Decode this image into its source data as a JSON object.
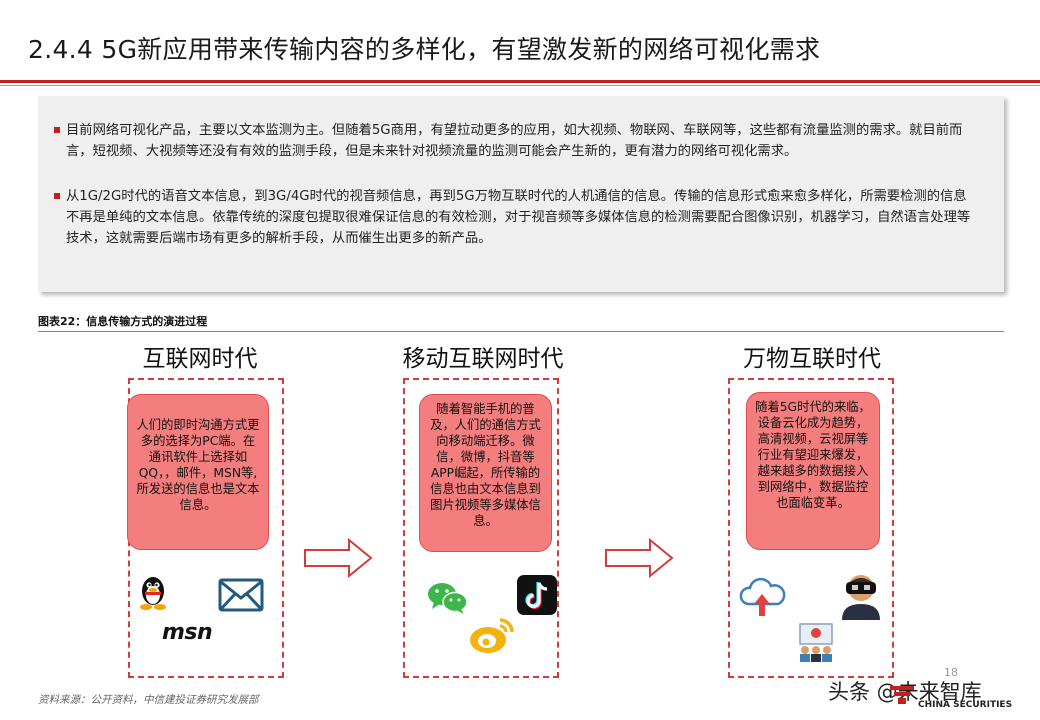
{
  "header": {
    "title": "2.4.4 5G新应用带来传输内容的多样化，有望激发新的网络可视化需求"
  },
  "summary": {
    "bullets": [
      "目前网络可视化产品，主要以文本监测为主。但随着5G商用，有望拉动更多的应用，如大视频、物联网、车联网等，这些都有流量监测的需求。就目前而言，短视频、大视频等还没有有效的监测手段，但是未来针对视频流量的监测可能会产生新的，更有潜力的网络可视化需求。",
      "从1G/2G时代的语音文本信息，到3G/4G时代的视音频信息，再到5G万物互联时代的人机通信的信息。传输的信息形式愈来愈多样化，所需要检测的信息不再是单纯的文本信息。依靠传统的深度包提取很难保证信息的有效检测，对于视音频等多媒体信息的检测需要配合图像识别，机器学习，自然语言处理等技术，这就需要后端市场有更多的解析手段，从而催生出更多的新产品。"
    ]
  },
  "figure": {
    "label": "图表22：信息传输方式的演进过程",
    "eras": [
      {
        "title": "互联网时代",
        "text": "人们的即时沟通方式更多的选择为PC端。在通讯软件上选择如QQ，，邮件，MSN等,所发送的信息也是文本信息。",
        "icons": [
          "qq-icon",
          "mail-icon",
          "msn-logo"
        ],
        "msn_text": "msn"
      },
      {
        "title": "移动互联网时代",
        "text": "随着智能手机的普及，人们的通信方式向移动端迁移。微信，微博，抖音等APP崛起，所传输的信息也由文本信息到图片视频等多媒体信息。",
        "icons": [
          "wechat-icon",
          "tiktok-icon",
          "weibo-icon"
        ]
      },
      {
        "title": "万物互联时代",
        "text": "随着5G时代的来临，设备云化成为趋势，高清视频，云视屏等行业有望迎来爆发，越来越多的数据接入到网络中，数据监控也面临变革。",
        "icons": [
          "cloud-upload-icon",
          "vr-headset-icon",
          "video-conference-icon"
        ]
      }
    ]
  },
  "footer": {
    "source": "资料来源：公开资料，中信建投证券研究发展部",
    "page": "18",
    "watermark": "头条 @未来智库",
    "logo_text": "CHINA SECURITIES"
  },
  "colors": {
    "accent": "#c0201f",
    "bubble_fill": "#f47d7d",
    "dashed_border": "#d23c3c"
  }
}
